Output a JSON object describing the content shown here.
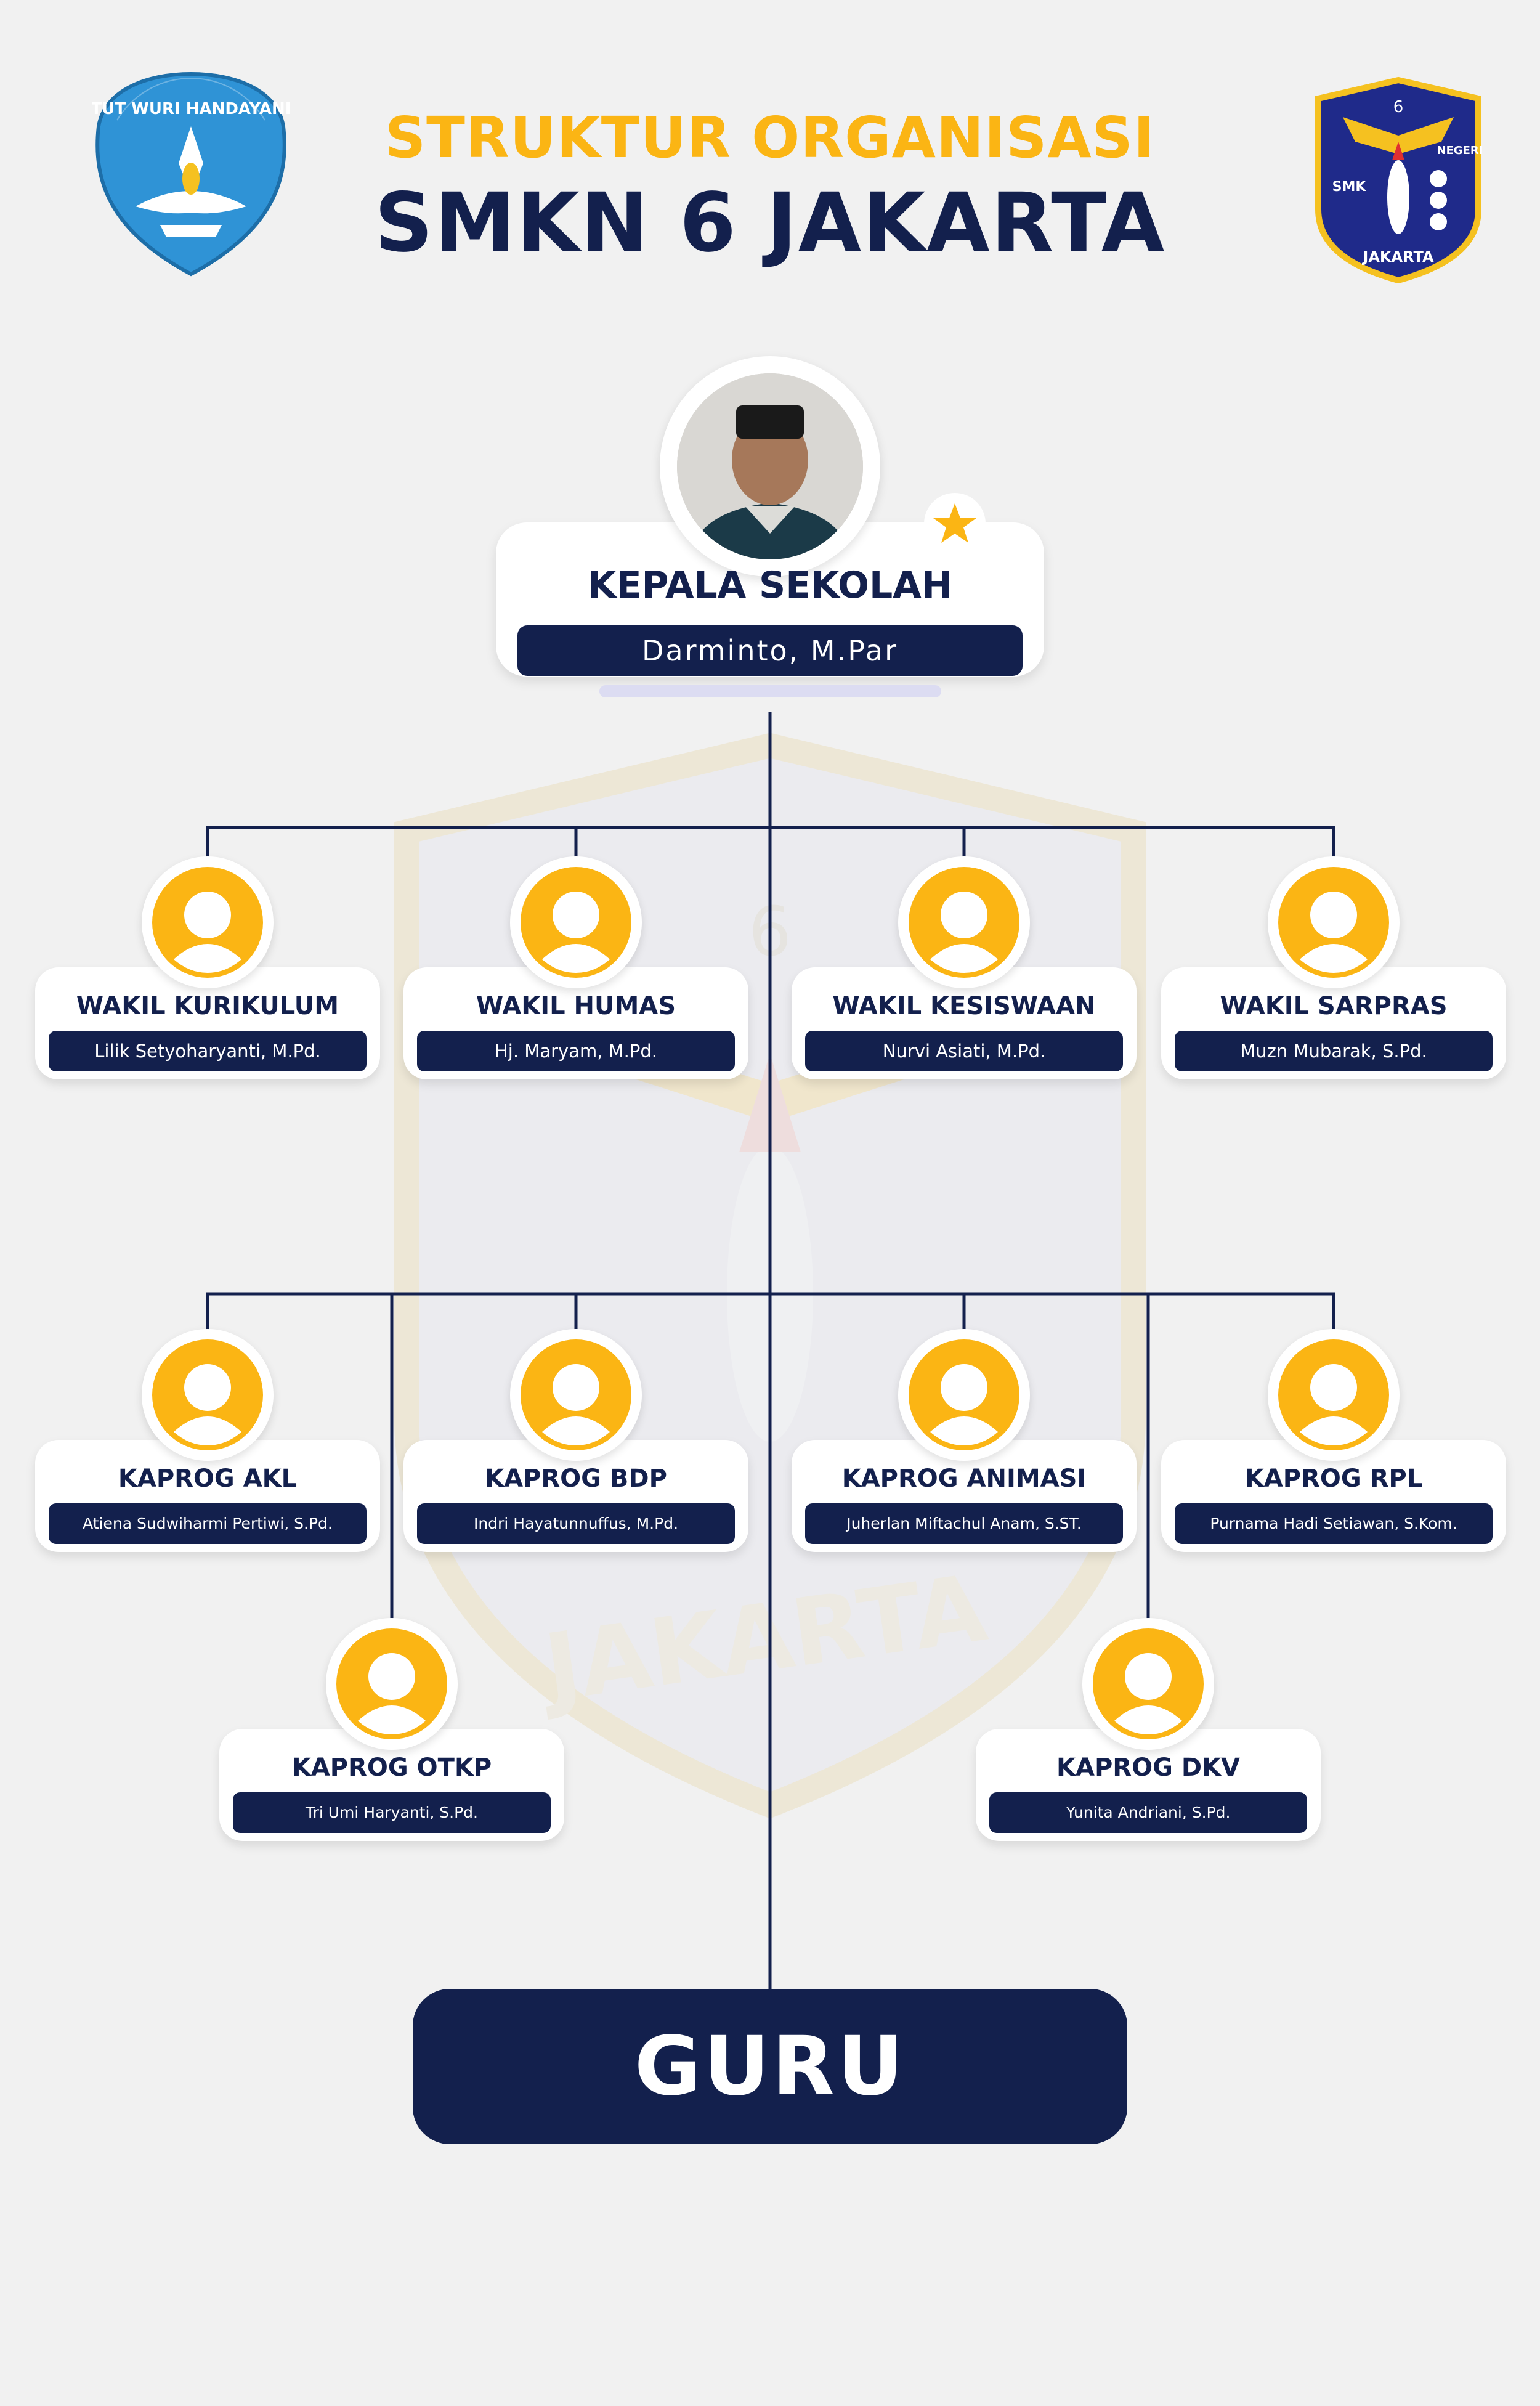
{
  "header": {
    "subtitle": "STRUKTUR ORGANISASI",
    "title": "SMKN 6 JAKARTA"
  },
  "logos": {
    "left_logo_text": "TUT WURI HANDAYANI",
    "right_logo_text_top": "SMK",
    "right_logo_number": "6",
    "right_logo_text_side": "NEGERI",
    "right_logo_text_bottom": "JAKARTA"
  },
  "principal": {
    "role": "KEPALA SEKOLAH",
    "name": "Darminto, M.Par"
  },
  "wakil": [
    {
      "role": "WAKIL KURIKULUM",
      "name": "Lilik Setyoharyanti, M.Pd."
    },
    {
      "role": "WAKIL HUMAS",
      "name": "Hj. Maryam, M.Pd."
    },
    {
      "role": "WAKIL KESISWAAN",
      "name": "Nurvi Asiati, M.Pd."
    },
    {
      "role": "WAKIL SARPRAS",
      "name": "Muzn Mubarak, S.Pd."
    }
  ],
  "kaprog": [
    {
      "role": "KAPROG AKL",
      "name": "Atiena Sudwiharmi Pertiwi, S.Pd."
    },
    {
      "role": "KAPROG BDP",
      "name": "Indri Hayatunnuffus, M.Pd."
    },
    {
      "role": "KAPROG ANIMASI",
      "name": "Juherlan Miftachul Anam, S.ST."
    },
    {
      "role": "KAPROG RPL",
      "name": "Purnama Hadi Setiawan, S.Kom."
    },
    {
      "role": "KAPROG OTKP",
      "name": "Tri Umi Haryanti, S.Pd."
    },
    {
      "role": "KAPROG DKV",
      "name": "Yunita Andriani, S.Pd."
    }
  ],
  "bottom": {
    "label": "GURU"
  },
  "colors": {
    "navy": "#13204d",
    "gold": "#fbb514",
    "background": "#f1f1f1"
  },
  "icons": [
    "person-avatar-icon",
    "star-icon",
    "tut-wuri-handayani-logo",
    "smk-6-jakarta-logo"
  ]
}
